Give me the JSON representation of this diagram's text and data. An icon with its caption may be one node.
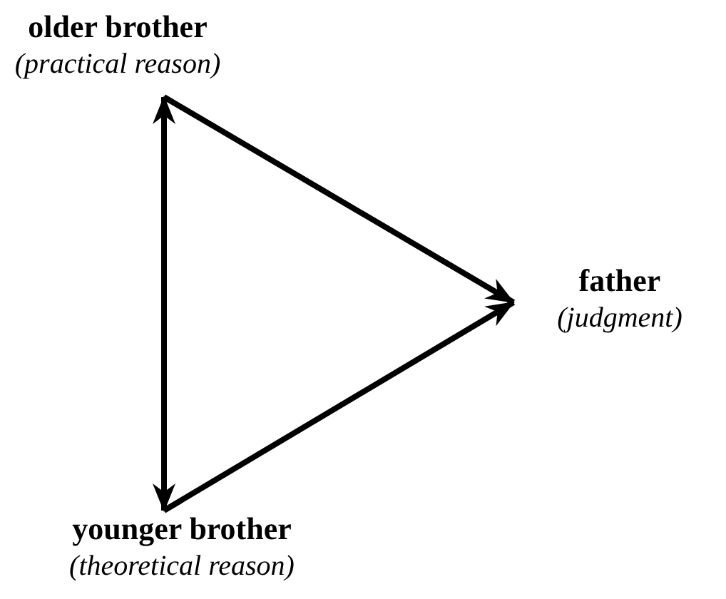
{
  "diagram": {
    "nodes": [
      {
        "text": [
          "older brother",
          "(practical reason)"
        ]
      },
      {
        "text": [
          "father",
          "(judgment)"
        ]
      },
      {
        "text": [
          "younger brother",
          "(theoretical reason)"
        ]
      }
    ],
    "edges": [
      {
        "from": 0,
        "to": 1,
        "arrow": "to"
      },
      {
        "from": 2,
        "to": 1,
        "arrow": "to"
      },
      {
        "from": 0,
        "to": 2,
        "arrow": "both"
      }
    ]
  }
}
